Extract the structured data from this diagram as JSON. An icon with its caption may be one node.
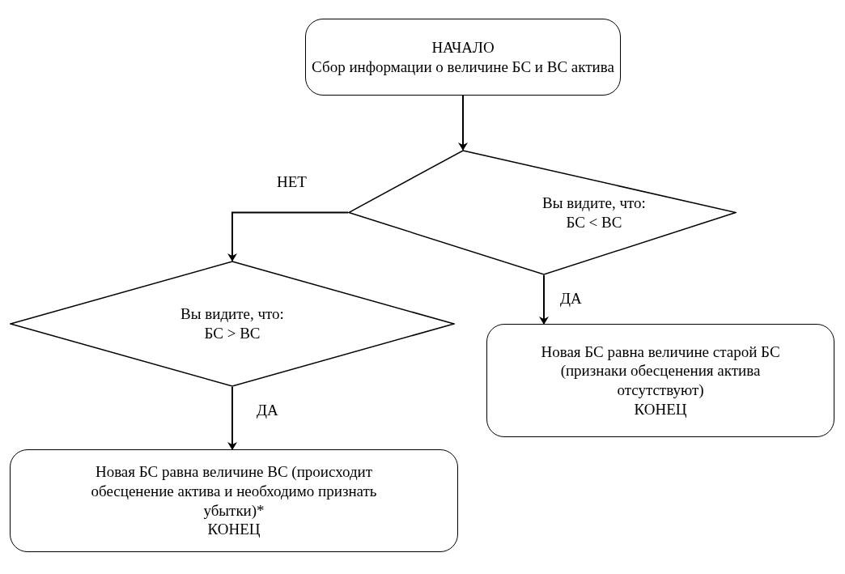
{
  "diagram": {
    "nodes": [
      {
        "text": [
          "НАЧАЛО",
          "Сбор информации о величине БС и ВС актива"
        ]
      },
      {
        "text": [
          "Вы видите, что:",
          "БС < ВС"
        ]
      },
      {
        "text": [
          "Вы видите, что:",
          "БС > ВС"
        ]
      },
      {
        "text": [
          "Новая БС равна величине старой БС (признаки обесценения актива отсутствуют)",
          "КОНЕЦ"
        ]
      },
      {
        "text": [
          "Новая БС равна величине ВС (происходит обесценение актива и необходимо признать убытки)*",
          "КОНЕЦ"
        ]
      }
    ],
    "edges": [
      {
        "from": 0,
        "to": 1,
        "arrow": "to"
      },
      {
        "from": 1,
        "to": 2,
        "arrow": "to",
        "label": "НЕТ"
      },
      {
        "from": 1,
        "to": 3,
        "arrow": "to",
        "label": "ДА"
      },
      {
        "from": 2,
        "to": 4,
        "arrow": "to",
        "label": "ДА"
      }
    ]
  }
}
